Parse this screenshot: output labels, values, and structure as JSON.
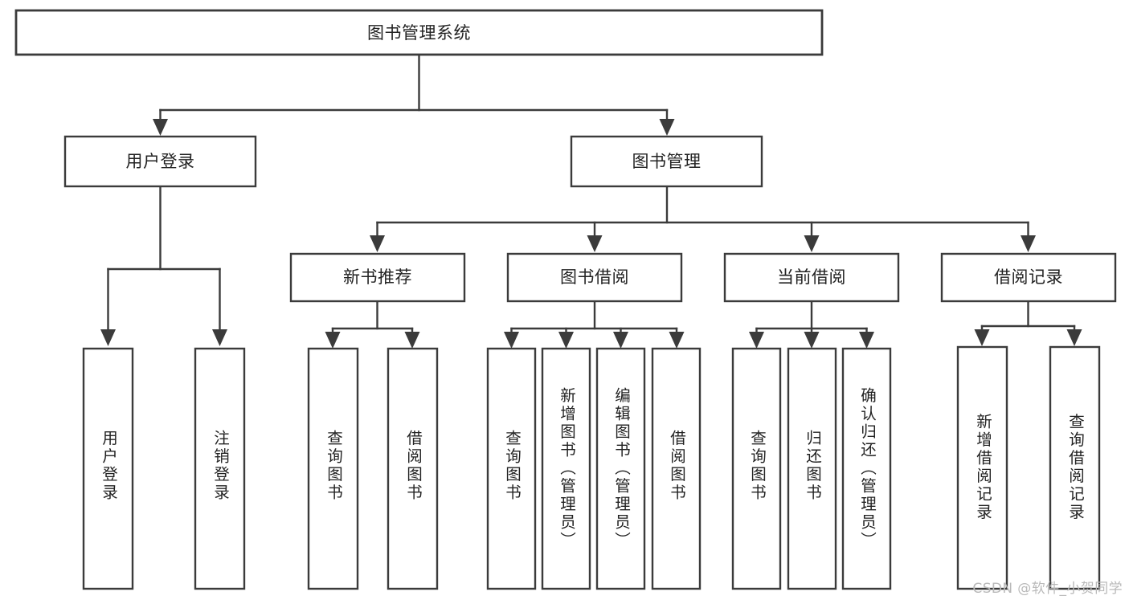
{
  "diagram": {
    "title": "图书管理系统",
    "type": "tree-hierarchy-diagram",
    "colors": {
      "box_stroke": "#3b3b3b",
      "box_fill": "#ffffff",
      "text": "#222222",
      "background": "#ffffff",
      "watermark": "#b9b9b9"
    },
    "root": {
      "label": "图书管理系统"
    },
    "level2": [
      {
        "label": "用户登录"
      },
      {
        "label": "图书管理"
      }
    ],
    "level3": [
      {
        "label": "新书推荐"
      },
      {
        "label": "图书借阅"
      },
      {
        "label": "当前借阅"
      },
      {
        "label": "借阅记录"
      }
    ],
    "leaves_user_login": [
      {
        "label": "用户登录"
      },
      {
        "label": "注销登录"
      }
    ],
    "leaves_new_book": [
      {
        "label": "查询图书"
      },
      {
        "label": "借阅图书"
      }
    ],
    "leaves_borrow": [
      {
        "label": "查询图书"
      },
      {
        "label": "新增图书（管理员）"
      },
      {
        "label": "编辑图书（管理员）"
      },
      {
        "label": "借阅图书"
      }
    ],
    "leaves_current": [
      {
        "label": "查询图书"
      },
      {
        "label": "归还图书"
      },
      {
        "label": "确认归还（管理员）"
      }
    ],
    "leaves_record": [
      {
        "label": "新增借阅记录"
      },
      {
        "label": "查询借阅记录"
      }
    ]
  },
  "watermark": {
    "text": "CSDN @软件_小贺同学"
  }
}
